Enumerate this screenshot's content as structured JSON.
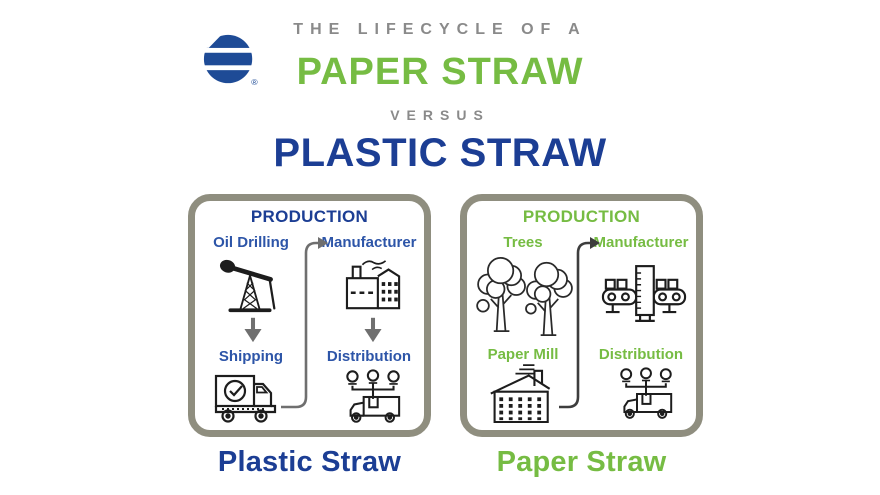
{
  "colors": {
    "brand_blue": "#1e4b96",
    "heading_blue": "#1c3e94",
    "label_blue": "#2d55a8",
    "green": "#76bc43",
    "muted_gray": "#8a8a8a",
    "card_border": "#8f8e7f",
    "arrow_gray": "#6f6f6f",
    "icon_stroke": "#1d1d1d"
  },
  "logo": {
    "icon": "brand-striped-globe-icon",
    "registered_mark": "®"
  },
  "header": {
    "eyebrow": "THE LIFECYCLE OF A",
    "paper_title": "PAPER STRAW",
    "versus": "VERSUS",
    "plastic_title": "PLASTIC STRAW"
  },
  "plastic_card": {
    "section_title": "PRODUCTION",
    "steps": [
      {
        "label": "Oil Drilling",
        "icon": "oil-pumpjack-icon"
      },
      {
        "label": "Manufacturer",
        "icon": "factory-icon"
      },
      {
        "label": "Shipping",
        "icon": "shipping-truck-icon"
      },
      {
        "label": "Distribution",
        "icon": "distribution-truck-icon"
      }
    ],
    "caption": "Plastic Straw"
  },
  "paper_card": {
    "section_title": "PRODUCTION",
    "steps": [
      {
        "label": "Trees",
        "icon": "trees-icon"
      },
      {
        "label": "Manufacturer",
        "icon": "conveyor-machine-icon"
      },
      {
        "label": "Paper Mill",
        "icon": "paper-mill-icon"
      },
      {
        "label": "Distribution",
        "icon": "distribution-truck-icon"
      }
    ],
    "caption": "Paper Straw"
  }
}
